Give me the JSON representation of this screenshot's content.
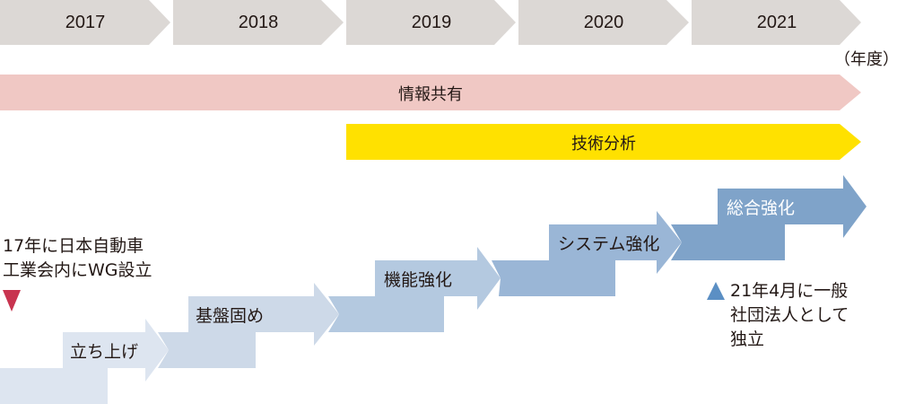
{
  "timeline": {
    "years": [
      "2017",
      "2018",
      "2019",
      "2020",
      "2021"
    ],
    "unit": "（年度）",
    "year_fill": "#dcd8d5"
  },
  "bands": [
    {
      "label": "情報共有",
      "color": "#f0c8c4",
      "start_year": "2017",
      "end_year": "2021"
    },
    {
      "label": "技術分析",
      "color": "#ffe100",
      "start_year": "2019",
      "end_year": "2021"
    }
  ],
  "steps": [
    {
      "label": "立ち上げ",
      "color": "#dde5f0",
      "text_color": "#231815"
    },
    {
      "label": "基盤固め",
      "color": "#cdd9e8",
      "text_color": "#231815"
    },
    {
      "label": "機能強化",
      "color": "#b4c9e0",
      "text_color": "#231815"
    },
    {
      "label": "システム強化",
      "color": "#9ab6d6",
      "text_color": "#231815"
    },
    {
      "label": "総合強化",
      "color": "#7fa3c9",
      "text_color": "#ffffff"
    }
  ],
  "notes": {
    "start": {
      "lines": [
        "17年に日本自動車",
        "工業会内にWG設立"
      ],
      "marker": "down-triangle",
      "marker_color": "#c8344f"
    },
    "end": {
      "lines": [
        "21年4月に一般",
        "社団法人として",
        "独立"
      ],
      "marker": "up-triangle",
      "marker_color": "#5b8fc4"
    }
  }
}
